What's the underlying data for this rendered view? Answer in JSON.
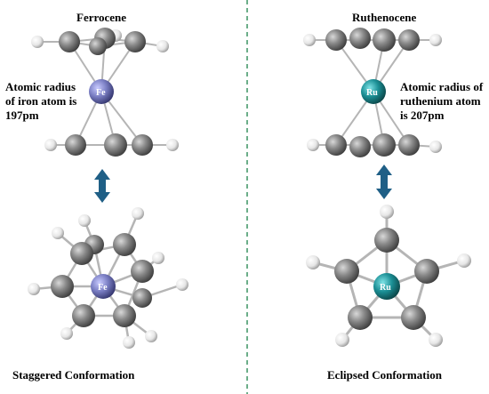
{
  "left": {
    "title": "Ferrocene",
    "metal_symbol": "Fe",
    "radius_note_lines": [
      "Atomic radius",
      "of iron atom is",
      "197pm"
    ],
    "conformation": "Staggered Conformation"
  },
  "right": {
    "title": "Ruthenocene",
    "metal_symbol": "Ru",
    "radius_note_lines": [
      "Atomic radius of",
      "ruthenium atom",
      "is 207pm"
    ],
    "conformation": "Eclipsed Conformation"
  },
  "colors": {
    "fe_atom": "#7b7fc4",
    "ru_atom": "#1b8f95",
    "carbon": "#8a8a8a",
    "hydrogen": "#e8e8e8",
    "arrow": "#1f5f86",
    "divider": "#2e8b57"
  }
}
